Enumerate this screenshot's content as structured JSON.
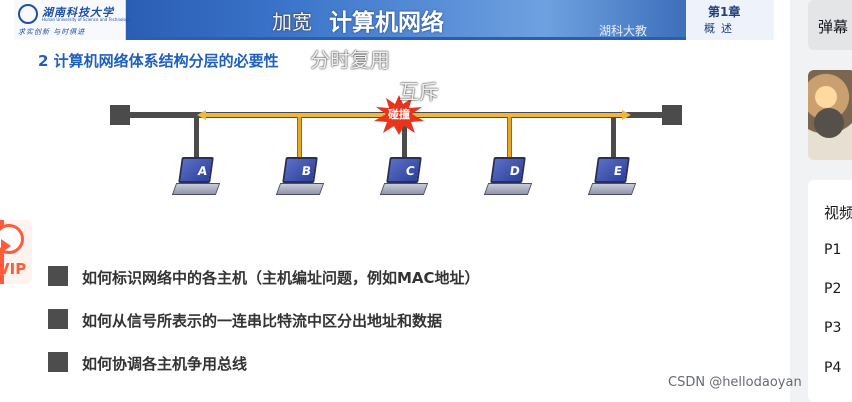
{
  "slide": {
    "logo": {
      "name": "湖南科技大学",
      "sub": "Hunan University of Science and Technology",
      "motto": "求实创新 与时俱进"
    },
    "course_title": "计算机网络",
    "university_watermark": "湖科大教",
    "chapter": {
      "title": "第1章",
      "subtitle": "概述"
    },
    "section_heading": "2 计算机网络体系结构分层的必要性",
    "topology": {
      "collision_label": "碰撞",
      "hosts": [
        "A",
        "B",
        "C",
        "D",
        "E"
      ]
    },
    "bullets": [
      "如何标识网络中的各主机（主机编址问题，例如MAC地址）",
      "如何从信号所表示的一连串比特流中区分出地址和数据",
      "如何协调各主机争用总线"
    ]
  },
  "danmaku": [
    "加宽",
    "分时复用",
    "互斥"
  ],
  "vip_badge": {
    "label": "VIP",
    "icon": "play-circle-icon",
    "color": "#ff5a3a"
  },
  "right_panel": {
    "danmaku_card": "弹幕",
    "playlist": {
      "title": "视频",
      "items": [
        "P1",
        "P2",
        "P3",
        "P4"
      ]
    }
  },
  "watermark": "CSDN @hellodaoyan",
  "colors": {
    "header_blue": "#1e4fa3",
    "heading_blue": "#1f5fbf",
    "bus_gray": "#4b4b4b",
    "signal_orange": "#f0b53a",
    "collision_red": "#e8341c"
  }
}
